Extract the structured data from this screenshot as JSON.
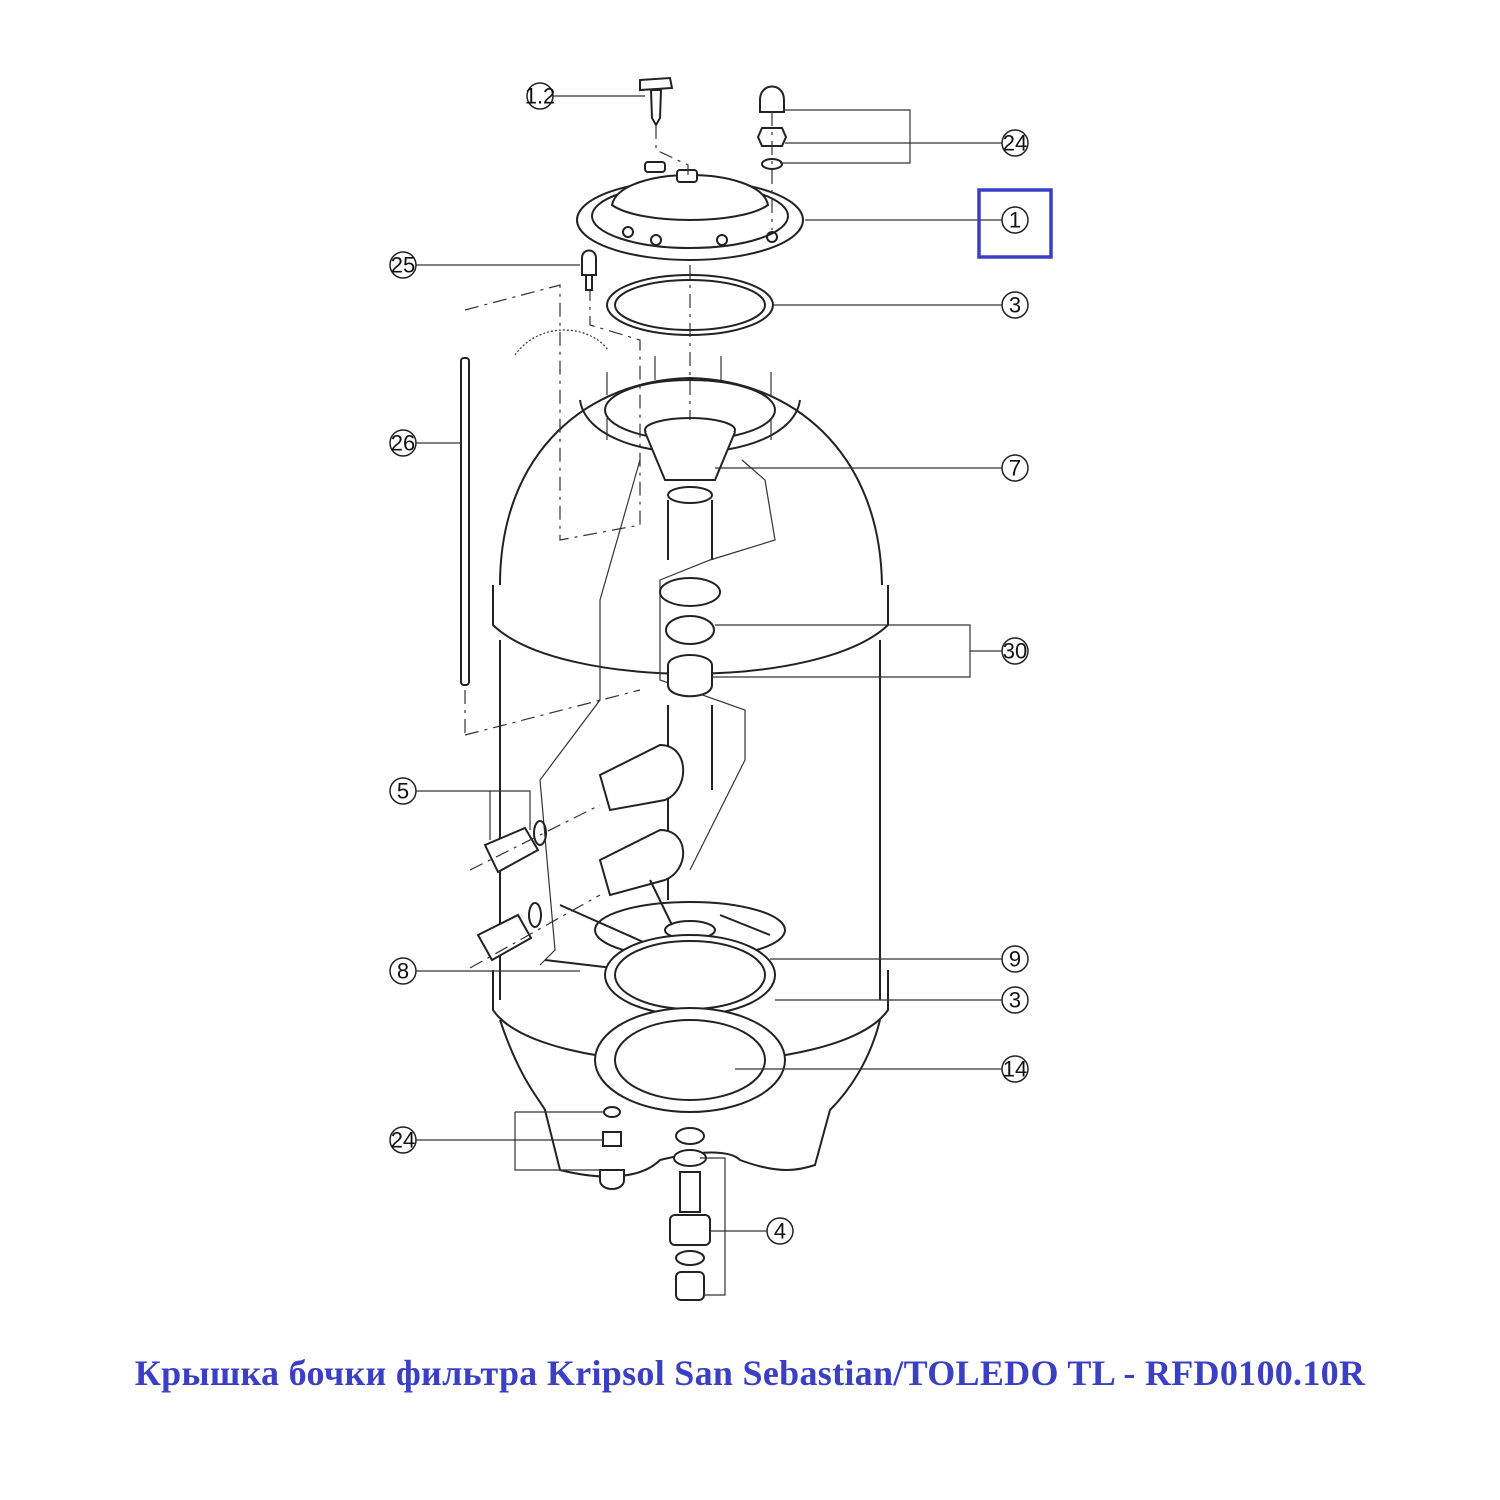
{
  "diagram": {
    "callouts": {
      "screw": "1.2",
      "nut_set_top": "24",
      "lid": "1",
      "air_vent": "25",
      "oring_top": "3",
      "tube": "26",
      "diffuser": "7",
      "collector_set": "30",
      "fittings": "5",
      "laterals": "8",
      "hub": "9",
      "oring_bottom": "3",
      "bottom_lid": "14",
      "nut_set_bottom": "24",
      "drain": "4"
    },
    "highlight_color": "#3a3fc4"
  },
  "caption": "Крышка бочки фильтра Kripsol San Sebastian/TOLEDO TL - RFD0100.10R"
}
